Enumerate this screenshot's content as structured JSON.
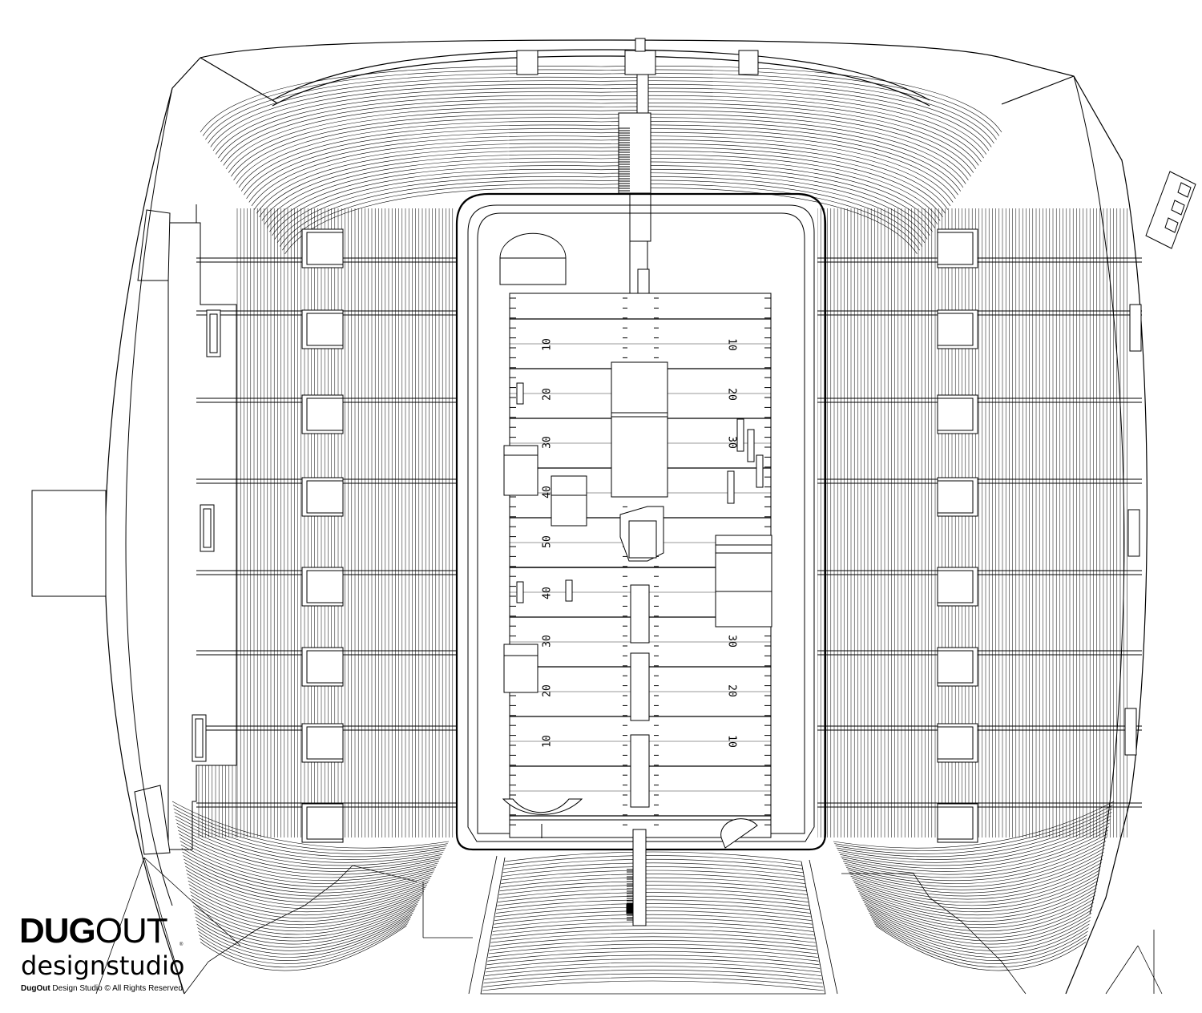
{
  "logo": {
    "bold_part": "DUG",
    "light_part": "OUT",
    "registered": "®",
    "subtitle": "designstudio",
    "copyright_bold": "DugOut",
    "copyright_rest": " Design Studio © All Rights Reserved"
  },
  "yard_markers_left": [
    "10",
    "20",
    "30",
    "40",
    "50",
    "40",
    "30",
    "20",
    "10"
  ],
  "yard_markers_right": [
    "10",
    "20",
    "30",
    "30",
    "20",
    "10"
  ]
}
